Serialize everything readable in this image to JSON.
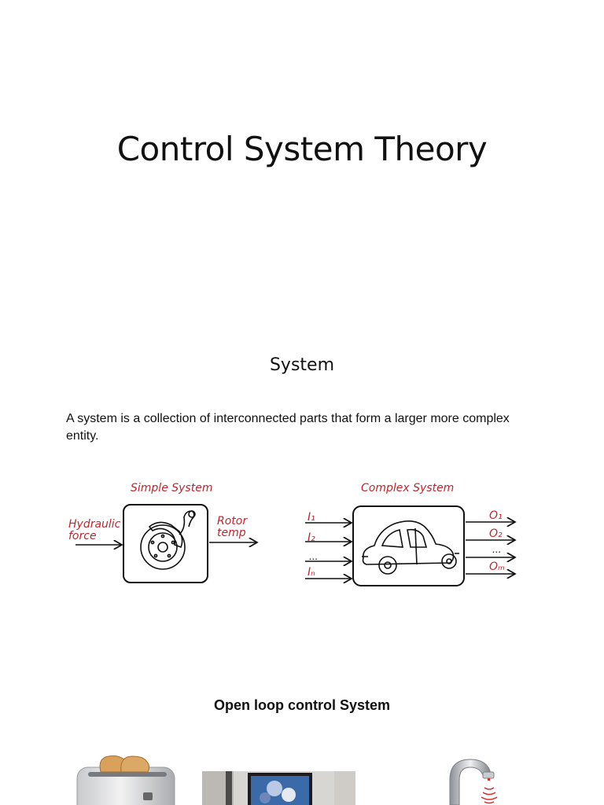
{
  "slide1": {
    "title": "Control System Theory"
  },
  "slide2": {
    "heading": "System",
    "definition": "A system is a collection of interconnected parts that form a larger more complex entity.",
    "simple": {
      "label": "Simple System",
      "input_line1": "Hydraulic",
      "input_line2": "force",
      "output_line1": "Rotor",
      "output_line2": "temp"
    },
    "complex": {
      "label": "Complex System",
      "inputs": [
        "I₁",
        "I₂",
        "...",
        "Iₙ"
      ],
      "outputs": [
        "O₁",
        "O₂",
        "...",
        "Oₘ"
      ]
    }
  },
  "slide3": {
    "heading": "Open loop control System"
  },
  "colors": {
    "ink": "#111111",
    "annotation": "#c0262d"
  },
  "icons": [
    "brake-disc-icon",
    "car-icon",
    "toaster-image",
    "television-image",
    "sensor-faucet-image"
  ]
}
